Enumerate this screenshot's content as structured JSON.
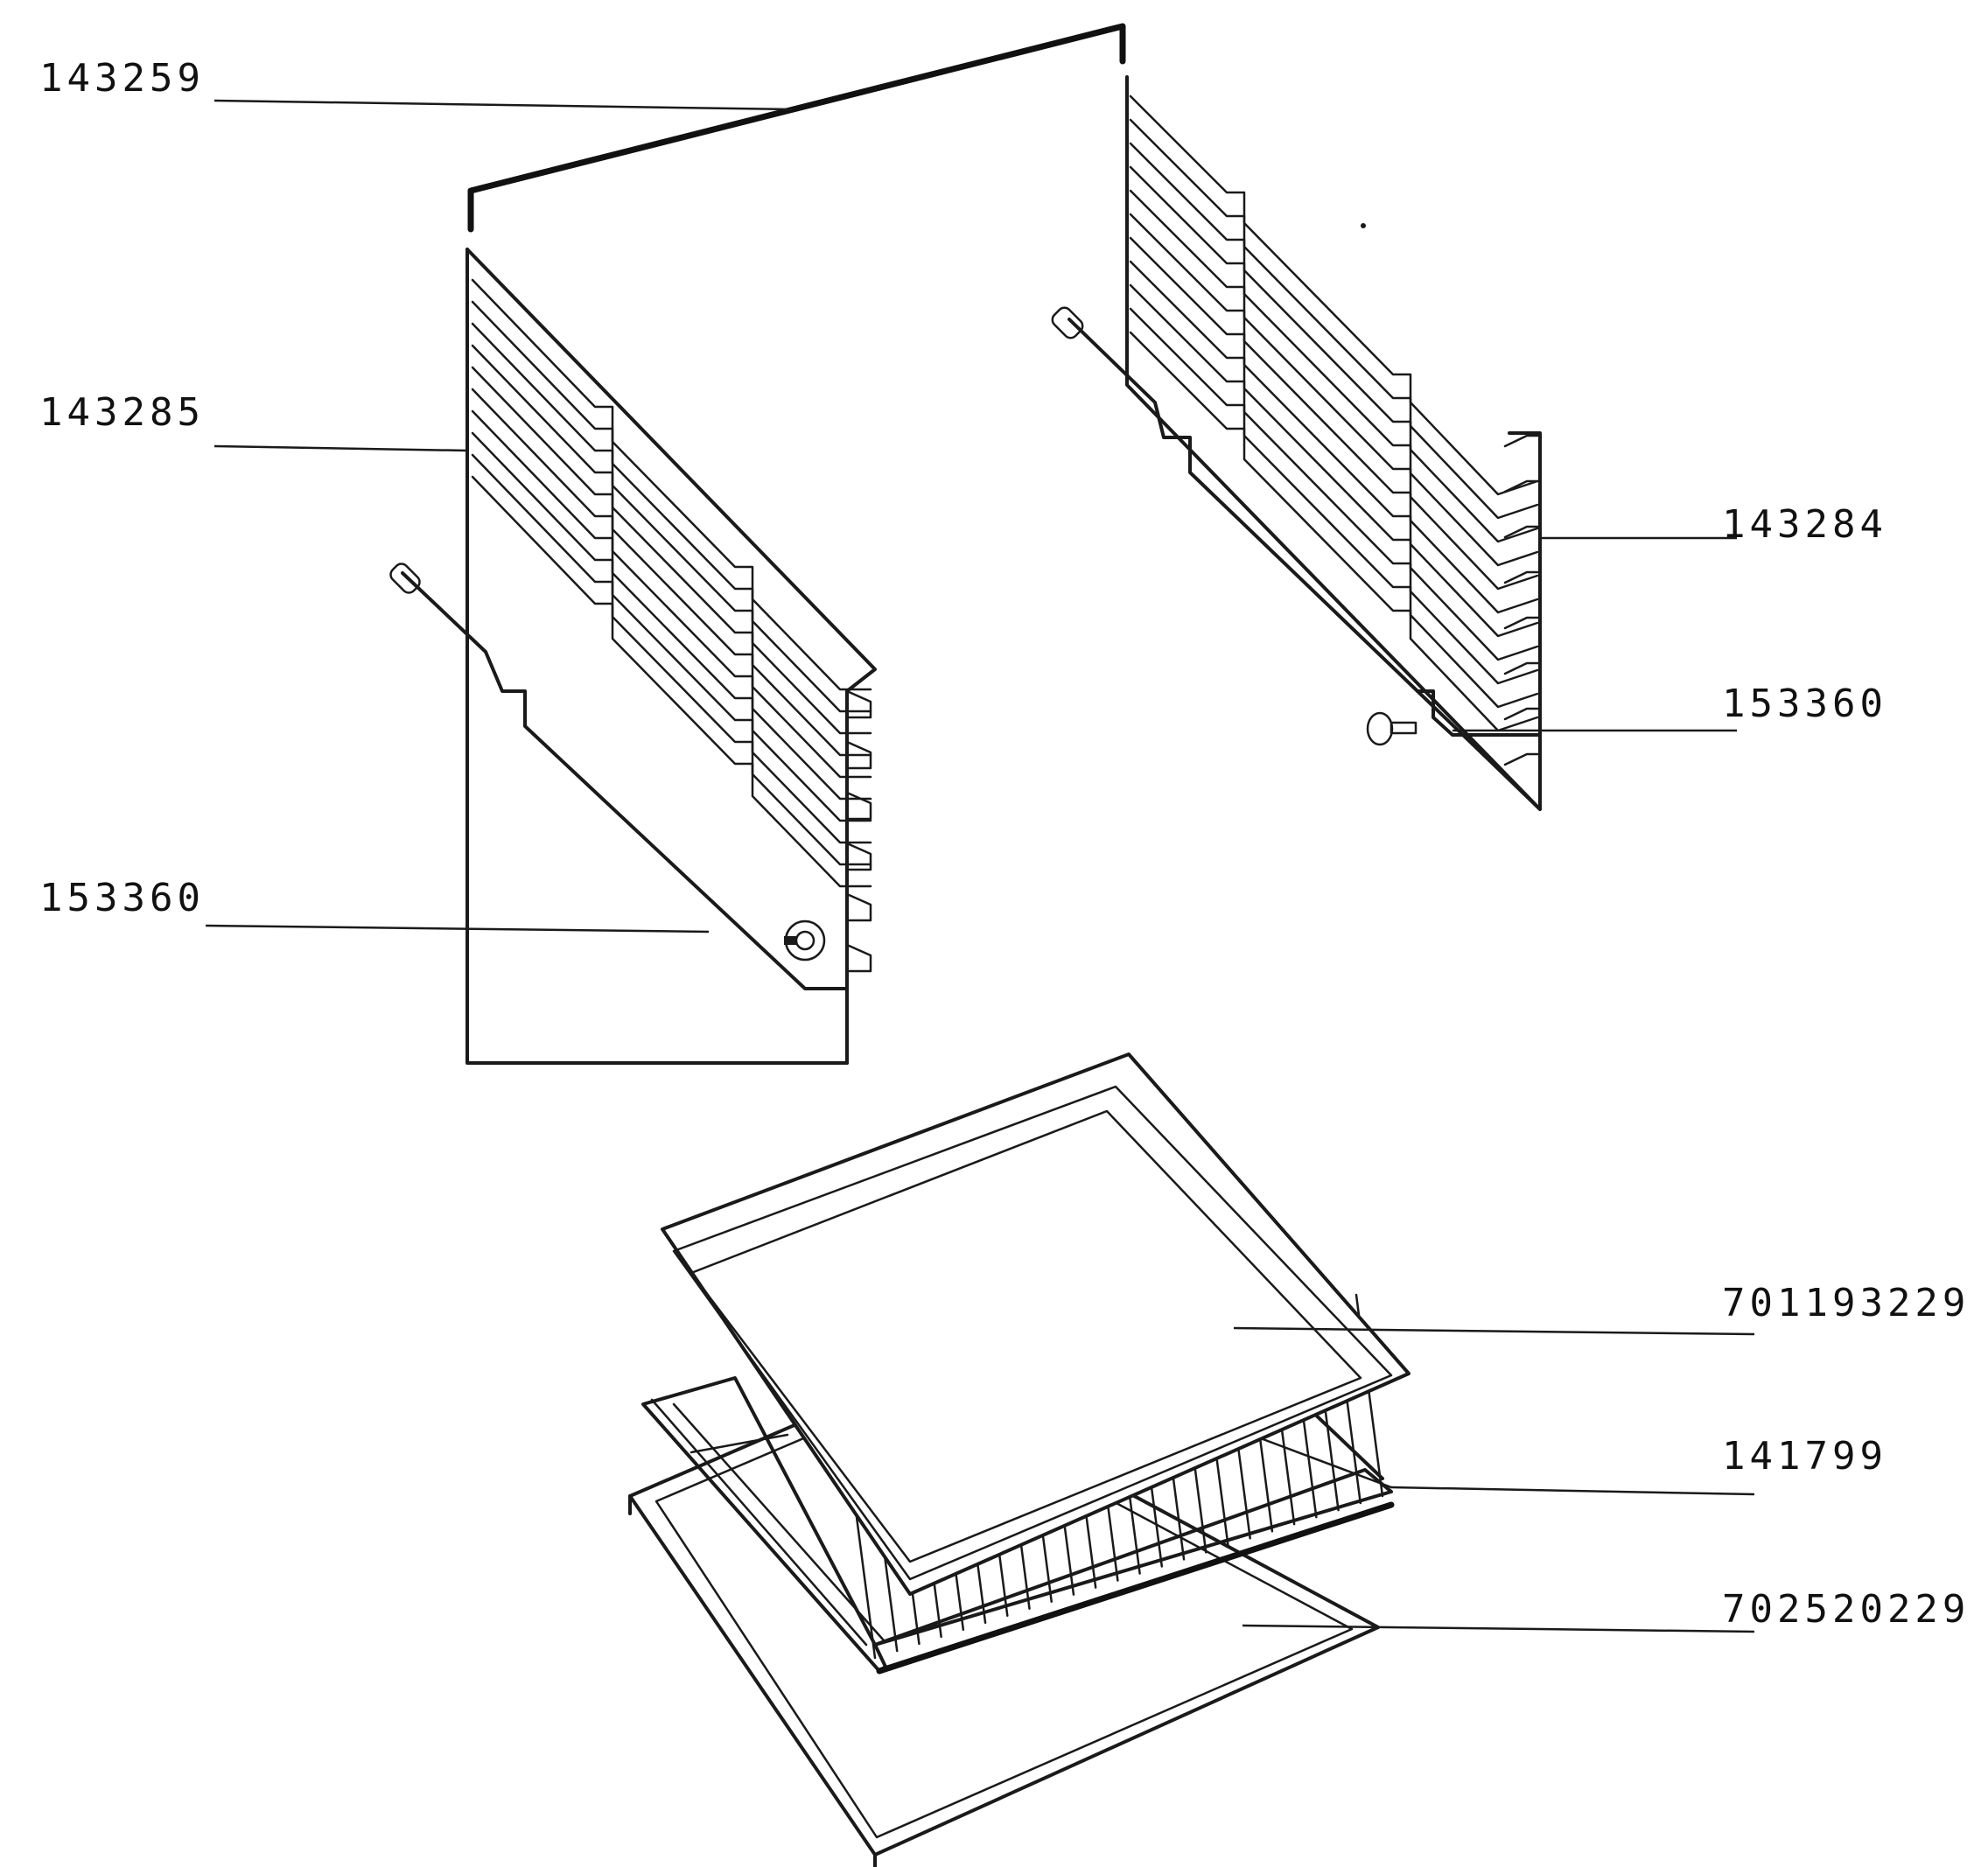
{
  "labels": {
    "top_rod": "143259",
    "left_support": "143285",
    "right_support": "143284",
    "right_fixing": "153360",
    "left_fixing": "153360",
    "tray_frame": "701193229",
    "grill_rack": "141799",
    "baking_tray": "702520229"
  },
  "colors": {
    "line": "#1a1a1a",
    "background": "#ffffff"
  }
}
